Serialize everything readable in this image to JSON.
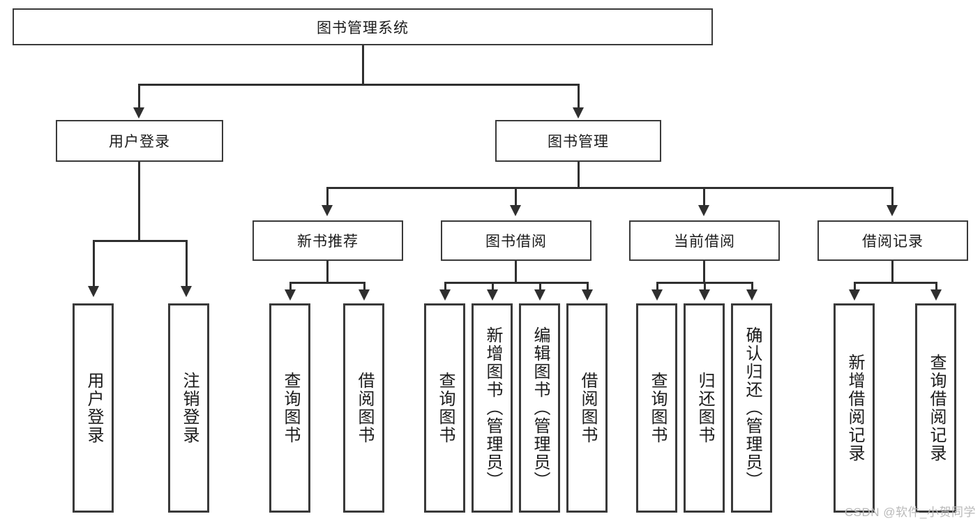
{
  "diagram": {
    "type": "tree",
    "title": "图书管理系统",
    "root": {
      "label": "图书管理系统"
    },
    "level2": [
      {
        "label": "用户登录"
      },
      {
        "label": "图书管理"
      }
    ],
    "level3": [
      {
        "label": "新书推荐"
      },
      {
        "label": "图书借阅"
      },
      {
        "label": "当前借阅"
      },
      {
        "label": "借阅记录"
      }
    ],
    "leaves": {
      "user_login": [
        {
          "label": "用户登录"
        },
        {
          "label": "注销登录"
        }
      ],
      "new_book": [
        {
          "label": "查询图书"
        },
        {
          "label": "借阅图书"
        }
      ],
      "book_borrow": [
        {
          "label": "查询图书"
        },
        {
          "label": "新增图书（管理员）"
        },
        {
          "label": "编辑图书（管理员）"
        },
        {
          "label": "借阅图书"
        }
      ],
      "current_borrow": [
        {
          "label": "查询图书"
        },
        {
          "label": "归还图书"
        },
        {
          "label": "确认归还（管理员）"
        }
      ],
      "borrow_record": [
        {
          "label": "新增借阅记录"
        },
        {
          "label": "查询借阅记录"
        }
      ]
    }
  },
  "watermark": {
    "text": "CSDN @软件_小贺同学"
  },
  "colors": {
    "border": "#3a3a3a",
    "line": "#2f2f2f",
    "text": "#1b1b1b",
    "background": "#ffffff",
    "watermark": "#b9b9b9"
  }
}
